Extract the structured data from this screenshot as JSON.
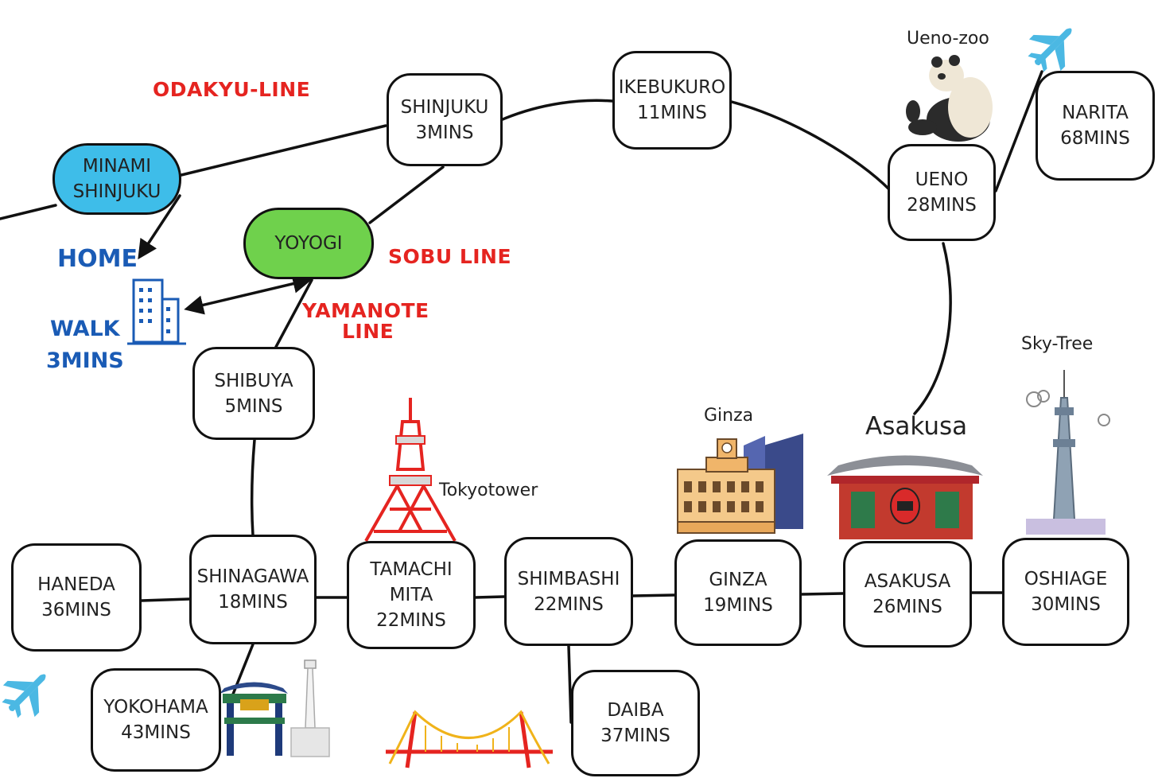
{
  "stations": {
    "minami_shinjuku": {
      "name": "MINAMI SHINJUKU",
      "time": "",
      "fill": "#3ebde9"
    },
    "shinjuku": {
      "name": "SHINJUKU",
      "time": "3MINS",
      "fill": "#ffffff"
    },
    "ikebukuro": {
      "name": "IKEBUKURO",
      "time": "11MINS",
      "fill": "#ffffff"
    },
    "ueno": {
      "name": "UENO",
      "time": "28MINS",
      "fill": "#ffffff"
    },
    "narita": {
      "name": "NARITA",
      "time": "68MINS",
      "fill": "#ffffff"
    },
    "yoyogi": {
      "name": "YOYOGI",
      "time": "",
      "fill": "#6fd14c"
    },
    "shibuya": {
      "name": "SHIBUYA",
      "time": "5MINS",
      "fill": "#ffffff"
    },
    "haneda": {
      "name": "HANEDA",
      "time": "36MINS",
      "fill": "#ffffff"
    },
    "shinagawa": {
      "name": "SHINAGAWA",
      "time": "18MINS",
      "fill": "#ffffff"
    },
    "tamachi": {
      "name": "TAMACHI MITA",
      "time": "22MINS",
      "fill": "#ffffff"
    },
    "shimbashi": {
      "name": "SHIMBASHI",
      "time": "22MINS",
      "fill": "#ffffff"
    },
    "ginza": {
      "name": "GINZA",
      "time": "19MINS",
      "fill": "#ffffff"
    },
    "asakusa": {
      "name": "ASAKUSA",
      "time": "26MINS",
      "fill": "#ffffff"
    },
    "oshiage": {
      "name": "OSHIAGE",
      "time": "30MINS",
      "fill": "#ffffff"
    },
    "yokohama": {
      "name": "YOKOHAMA",
      "time": "43MINS",
      "fill": "#ffffff"
    },
    "daiba": {
      "name": "DAIBA",
      "time": "37MINS",
      "fill": "#ffffff"
    }
  },
  "lines": {
    "odakyu": "ODAKYU-LINE",
    "sobu": "SOBU LINE",
    "yamanote_1": "YAMANOTE",
    "yamanote_2": "LINE"
  },
  "home": {
    "home_label": "HOME",
    "walk_label": "WALK",
    "walk_time": "3MINS"
  },
  "landmarks": {
    "ueno_zoo": "Ueno-zoo",
    "sky_tree": "Sky-Tree",
    "ginza": "Ginza",
    "asakusa": "Asakusa",
    "tokyo_tower": "Tokyotower"
  },
  "colors": {
    "line_red": "#e52420",
    "home_blue": "#1a5bb5",
    "minami_fill": "#3ebde9",
    "yoyogi_fill": "#6fd14c",
    "plane": "#4bb8e3"
  },
  "icons": [
    "airplane-icon",
    "panda-icon",
    "building-icon",
    "tokyo-tower-icon",
    "ginza-building-icon",
    "kaminarimon-gate-icon",
    "sky-tree-icon",
    "chinatown-gate-icon",
    "marine-tower-icon",
    "rainbow-bridge-icon"
  ]
}
